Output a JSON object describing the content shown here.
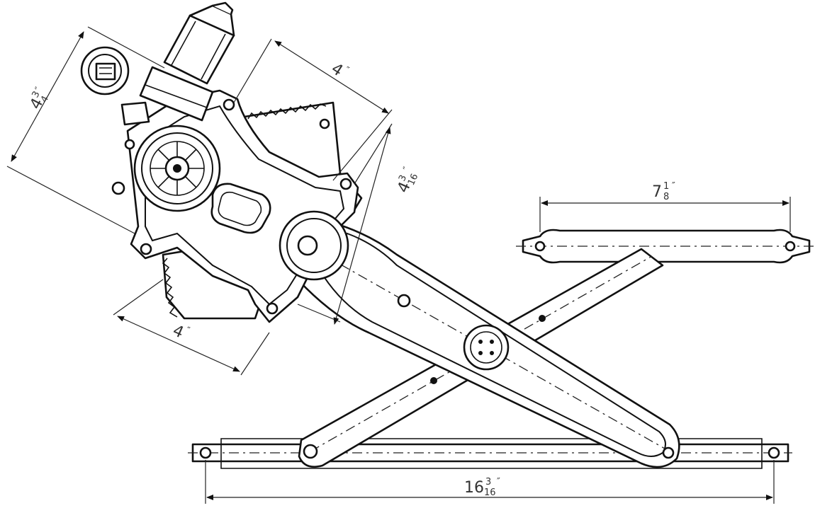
{
  "dimensions": {
    "motor_height": {
      "whole": "4",
      "num": "3",
      "den": "4",
      "mark": "″"
    },
    "sector_top": {
      "whole": "4",
      "num": "",
      "den": "",
      "mark": "″"
    },
    "sector_side": {
      "whole": "4",
      "num": "3",
      "den": "16",
      "mark": "″"
    },
    "sector_bottom": {
      "whole": "4",
      "num": "",
      "den": "",
      "mark": "″"
    },
    "upper_rail": {
      "whole": "7",
      "num": "1",
      "den": "8",
      "mark": "″"
    },
    "lower_rail": {
      "whole": "16",
      "num": "3",
      "den": "16",
      "mark": "″"
    }
  },
  "colors": {
    "line": "#111111",
    "background": "#ffffff",
    "dim_text": "#333333"
  }
}
